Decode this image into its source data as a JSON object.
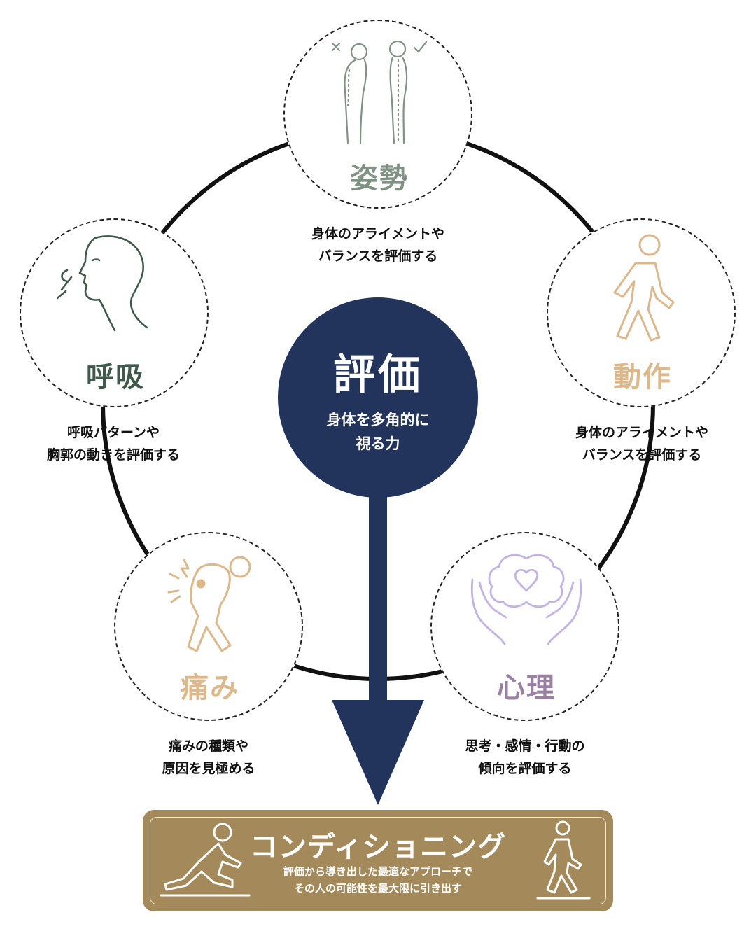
{
  "center": {
    "title": "評価",
    "subtitle_line1": "身体を多角的に",
    "subtitle_line2": "視る力"
  },
  "nodes": {
    "posture": {
      "title": "姿勢",
      "desc_line1": "身体のアライメントや",
      "desc_line2": "バランスを評価する",
      "color": "#7f9283",
      "icon": "posture-comparison-icon"
    },
    "movement": {
      "title": "動作",
      "desc_line1": "身体のアライメントや",
      "desc_line2": "バランスを評価する",
      "color": "#dcb88b",
      "icon": "walking-person-icon"
    },
    "psychology": {
      "title": "心理",
      "desc_line1": "思考・感情・行動の",
      "desc_line2": "傾向を評価する",
      "color": "#9a81a3",
      "icon": "brain-heart-hands-icon"
    },
    "pain": {
      "title": "痛み",
      "desc_line1": "痛みの種類や",
      "desc_line2": "原因を見極める",
      "color": "#dcb88b",
      "icon": "back-pain-icon"
    },
    "breathing": {
      "title": "呼吸",
      "desc_line1": "呼吸パターンや",
      "desc_line2": "胸郭の動きを評価する",
      "color": "#3f5a4a",
      "icon": "breathing-face-icon"
    }
  },
  "conditioning": {
    "title": "コンディショニング",
    "sub_line1": "評価から導き出した最適なアプローチで",
    "sub_line2": "その人の可能性を最大限に引き出す",
    "color": "#a48a5a",
    "icon_left": "lunge-stretch-icon",
    "icon_right": "walking-man-icon"
  },
  "colors": {
    "navy": "#23345c",
    "circle_line": "#111111"
  }
}
